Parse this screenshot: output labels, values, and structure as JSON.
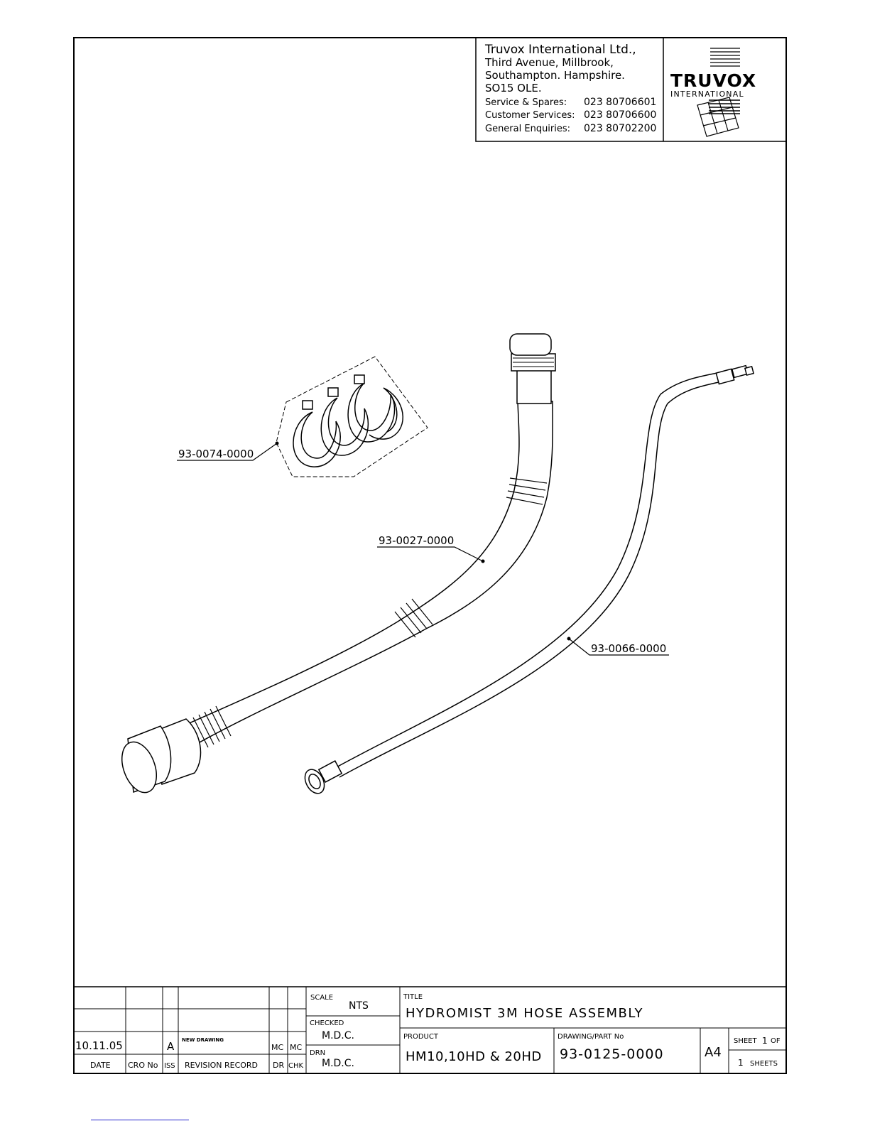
{
  "company": {
    "name": "Truvox International Ltd.,",
    "address": [
      "Third Avenue, Millbrook,",
      "Southampton. Hampshire.",
      "SO15 OLE."
    ],
    "phones": [
      {
        "label": "Service & Spares:",
        "number": "023 80706601"
      },
      {
        "label": "Customer Services:",
        "number": "023 80706600"
      },
      {
        "label": "General Enquiries:",
        "number": "023 80702200"
      }
    ],
    "logo_text": "TRUVOX",
    "logo_subtext": "INTERNATIONAL"
  },
  "parts": [
    {
      "label": "93-0074-0000"
    },
    {
      "label": "93-0027-0000"
    },
    {
      "label": "93-0066-0000"
    }
  ],
  "title_block": {
    "scale_label": "SCALE",
    "scale_value": "NTS",
    "checked_label": "CHECKED",
    "checked_value": "M.D.C.",
    "drn_label": "DRN",
    "drn_value": "M.D.C.",
    "title_label": "TITLE",
    "title_value": "HYDROMIST 3M HOSE ASSEMBLY",
    "product_label": "PRODUCT",
    "product_value": "HM10,10HD & 20HD",
    "part_no_label": "DRAWING/PART No",
    "part_no_value": "93-0125-0000",
    "size": "A4",
    "sheet_label": "SHEET",
    "sheet_number": "1",
    "sheet_of": "OF",
    "sheets_total": "1",
    "sheets_label": "SHEETS"
  },
  "revision": {
    "date": "10.11.05",
    "issue": "A",
    "description": "NEW DRAWING",
    "drawn_by": "MC",
    "checked_by": "MC",
    "headers": {
      "date": "DATE",
      "cro": "CRO No",
      "iss": "ISS",
      "record": "REVISION RECORD",
      "dr": "DR",
      "chk": "CHK"
    }
  }
}
